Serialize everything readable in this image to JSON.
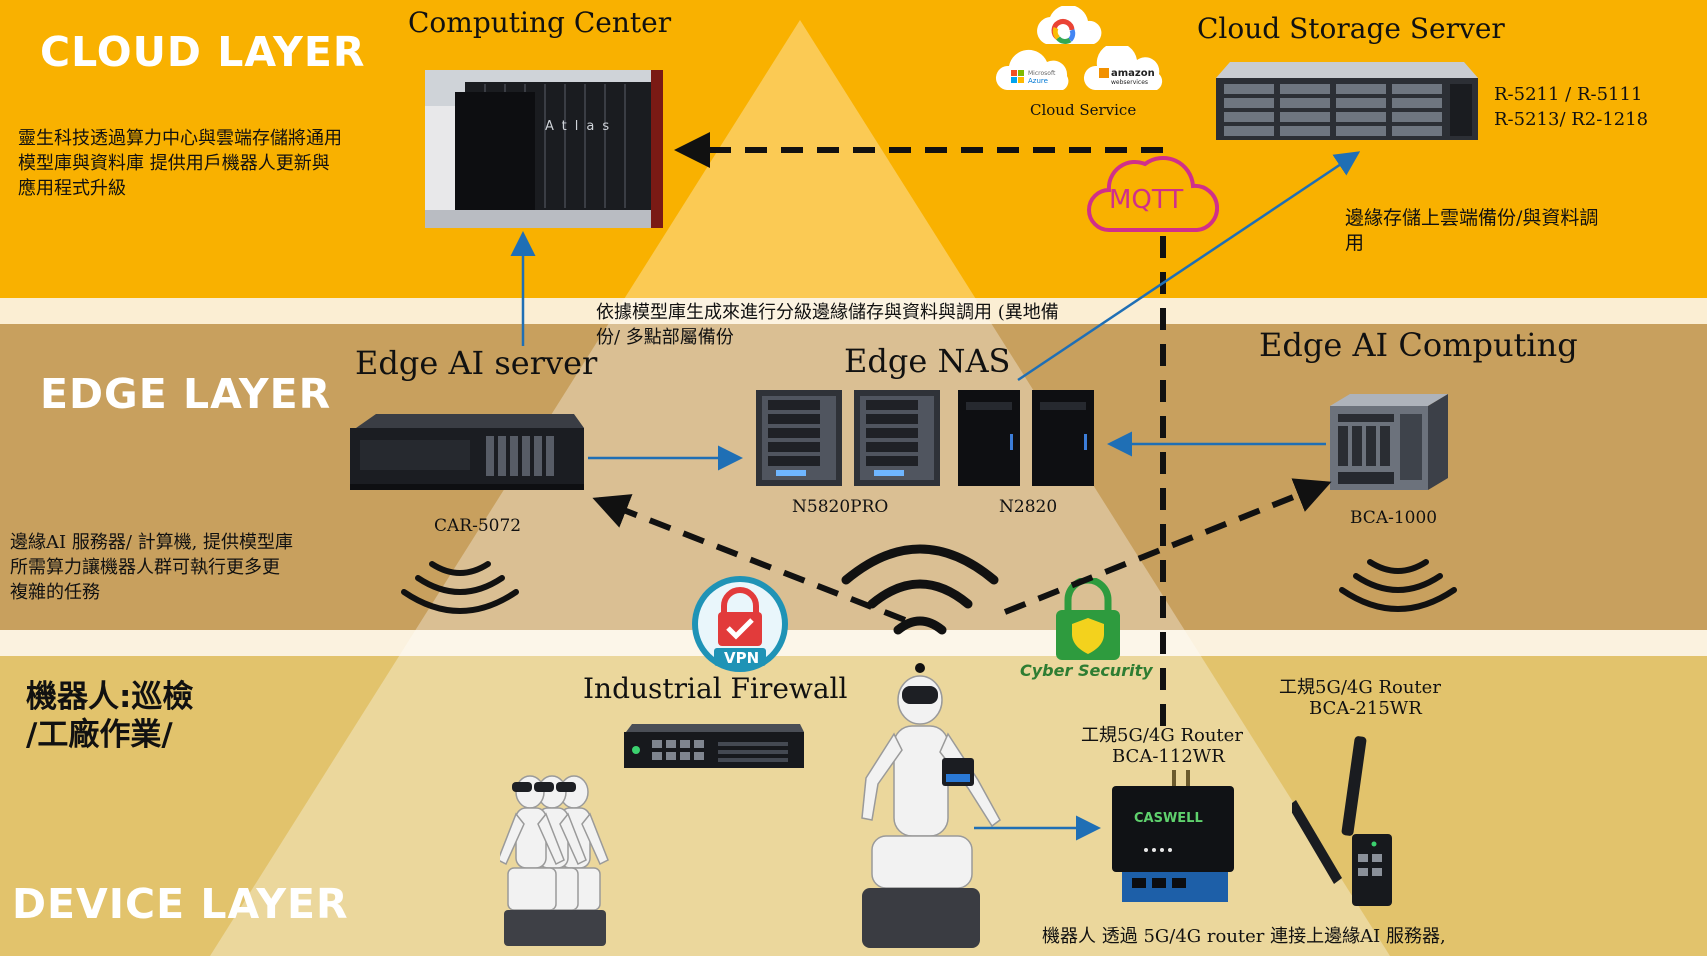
{
  "layers": {
    "cloud": "CLOUD LAYER",
    "edge": "EDGE LAYER",
    "device": "DEVICE LAYER"
  },
  "cloud": {
    "computing_center_title": "Computing Center",
    "rack_text": "Atlas",
    "cloud_storage_title": "Cloud Storage Server",
    "storage_models_line1": "R-5211 / R-5111",
    "storage_models_line2": "R-5213/ R2-1218",
    "cloud_service_label": "Cloud Service",
    "azure_label_1": "Microsoft",
    "azure_label_2": "Azure",
    "aws_label_1": "amazon",
    "aws_label_2": "webservices",
    "mqtt_label": "MQTT",
    "desc_line1": "靈生科技透過算力中心與雲端存儲將通用",
    "desc_line2": "模型庫與資料庫 提供用戶機器人更新與",
    "desc_line3": "應用程式升級",
    "backup_note_line1": "邊緣存儲上雲端備份/與資料調",
    "backup_note_line2": "用"
  },
  "edge": {
    "tiering_note_line1": "依據模型庫生成來進行分級邊緣儲存與資料與調用 (異地備",
    "tiering_note_line2": "份/ 多點部屬備份",
    "edge_ai_server_title": "Edge AI server",
    "edge_nas_title": "Edge NAS",
    "edge_ai_computing_title": "Edge AI Computing",
    "car_model": "CAR-5072",
    "nas_model_1": "N5820PRO",
    "nas_model_2": "N2820",
    "bca_model": "BCA-1000",
    "desc_line1": "邊緣AI 服務器/ 計算機, 提供模型庫",
    "desc_line2": "所需算力讓機器人群可執行更多更",
    "desc_line3": "複雜的任務"
  },
  "device": {
    "robot_task_line1": "機器人:巡檢",
    "robot_task_line2": "/工廠作業/",
    "firewall_title": "Industrial Firewall",
    "vpn_label": "VPN",
    "cyber_label": "Cyber Security",
    "router1_line1": "工規5G/4G Router",
    "router1_line2": "BCA-112WR",
    "router2_line1": "工規5G/4G Router",
    "router2_line2": "BCA-215WR",
    "router_brand": "CASWELL",
    "bottom_note": "機器人 透過 5G/4G router 連接上邊緣AI 服務器,"
  },
  "colors": {
    "cloud_band": "#f9b100",
    "edge_band": "#c9a05a",
    "device_band": "#e4c169",
    "arrow_blue": "#1f6fb5",
    "dashed": "#111111",
    "mqtt": "#d0308a"
  }
}
